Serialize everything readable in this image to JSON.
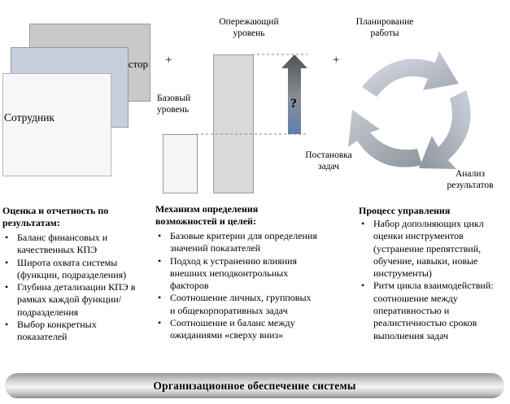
{
  "left": {
    "card_back_text": "стор",
    "card_front_text": "Сотрудник",
    "heading": "Оценка и отчетность по результатам:",
    "bullets": [
      "Баланс финансовых и качественных КПЭ",
      "Широта охвата системы (функции, подразделения)",
      "Глубина детализации КПЭ в рамках каждой функции/подразделения",
      "Выбор конкретных показателей"
    ]
  },
  "middle": {
    "plus": "+",
    "top_label": "Опережающий уровень",
    "base_label": "Базовый уровень",
    "question": "?",
    "heading": "Механизм определения возможностей и целей:",
    "bullets": [
      "Базовые критерии для определения значений показателей",
      "Подход к устранению влияния внешних неподконтрольных факторов",
      "Соотношение личных, групповых и общекорпоративных задач",
      "Соотношение и баланс между ожиданиями «сверху вниз»"
    ]
  },
  "right": {
    "plus": "+",
    "cycle_top": "Планирование работы",
    "cycle_left": "Постановка задач",
    "cycle_right": "Анализ результатов",
    "heading": "Процесс управления",
    "bullets": [
      "Набор дополняющих цикл оценки инструментов (устранение препятствий, обучение, навыки, новые инструменты)",
      "Ритм цикла взаимодействий: соотношение между оперативностью и реалистичностью сроков выполнения задач"
    ]
  },
  "footer": {
    "label": "Организационное обеспечение системы"
  }
}
